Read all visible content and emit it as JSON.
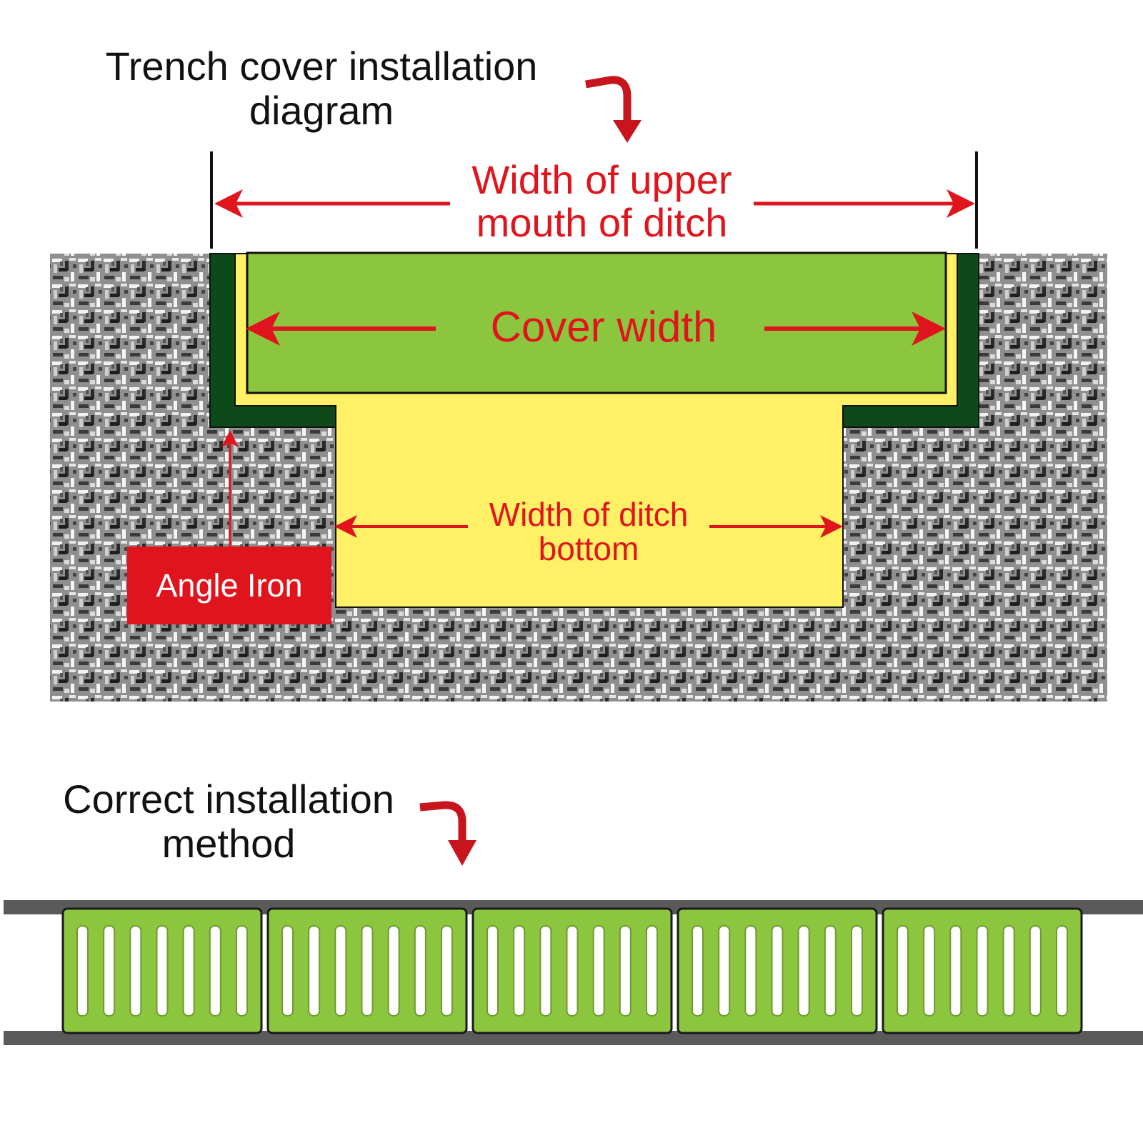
{
  "title": {
    "line1": "Trench cover installation",
    "line2": "diagram"
  },
  "labels": {
    "upper_mouth": {
      "line1": "Width of upper",
      "line2": "mouth of ditch"
    },
    "cover_width": "Cover width",
    "ditch_bottom": {
      "line1": "Width of ditch",
      "line2": "bottom"
    },
    "angle_iron": "Angle Iron"
  },
  "subtitle": {
    "line1": "Correct installation",
    "line2": "method"
  },
  "colors": {
    "accent_red": "#e0141c",
    "cover_green": "#8cc63f",
    "angle_dark_green": "#0d4a1a",
    "ditch_yellow": "#fff066",
    "ground_gray": "#8a8a8a",
    "rail_gray": "#5a5a5a",
    "slot_white": "#ffffff"
  },
  "grate": {
    "panel_count": 5,
    "slots_per_panel": 7
  },
  "icons": [
    "curved-arrow-icon",
    "dimension-arrow-icon",
    "texture-pattern"
  ]
}
